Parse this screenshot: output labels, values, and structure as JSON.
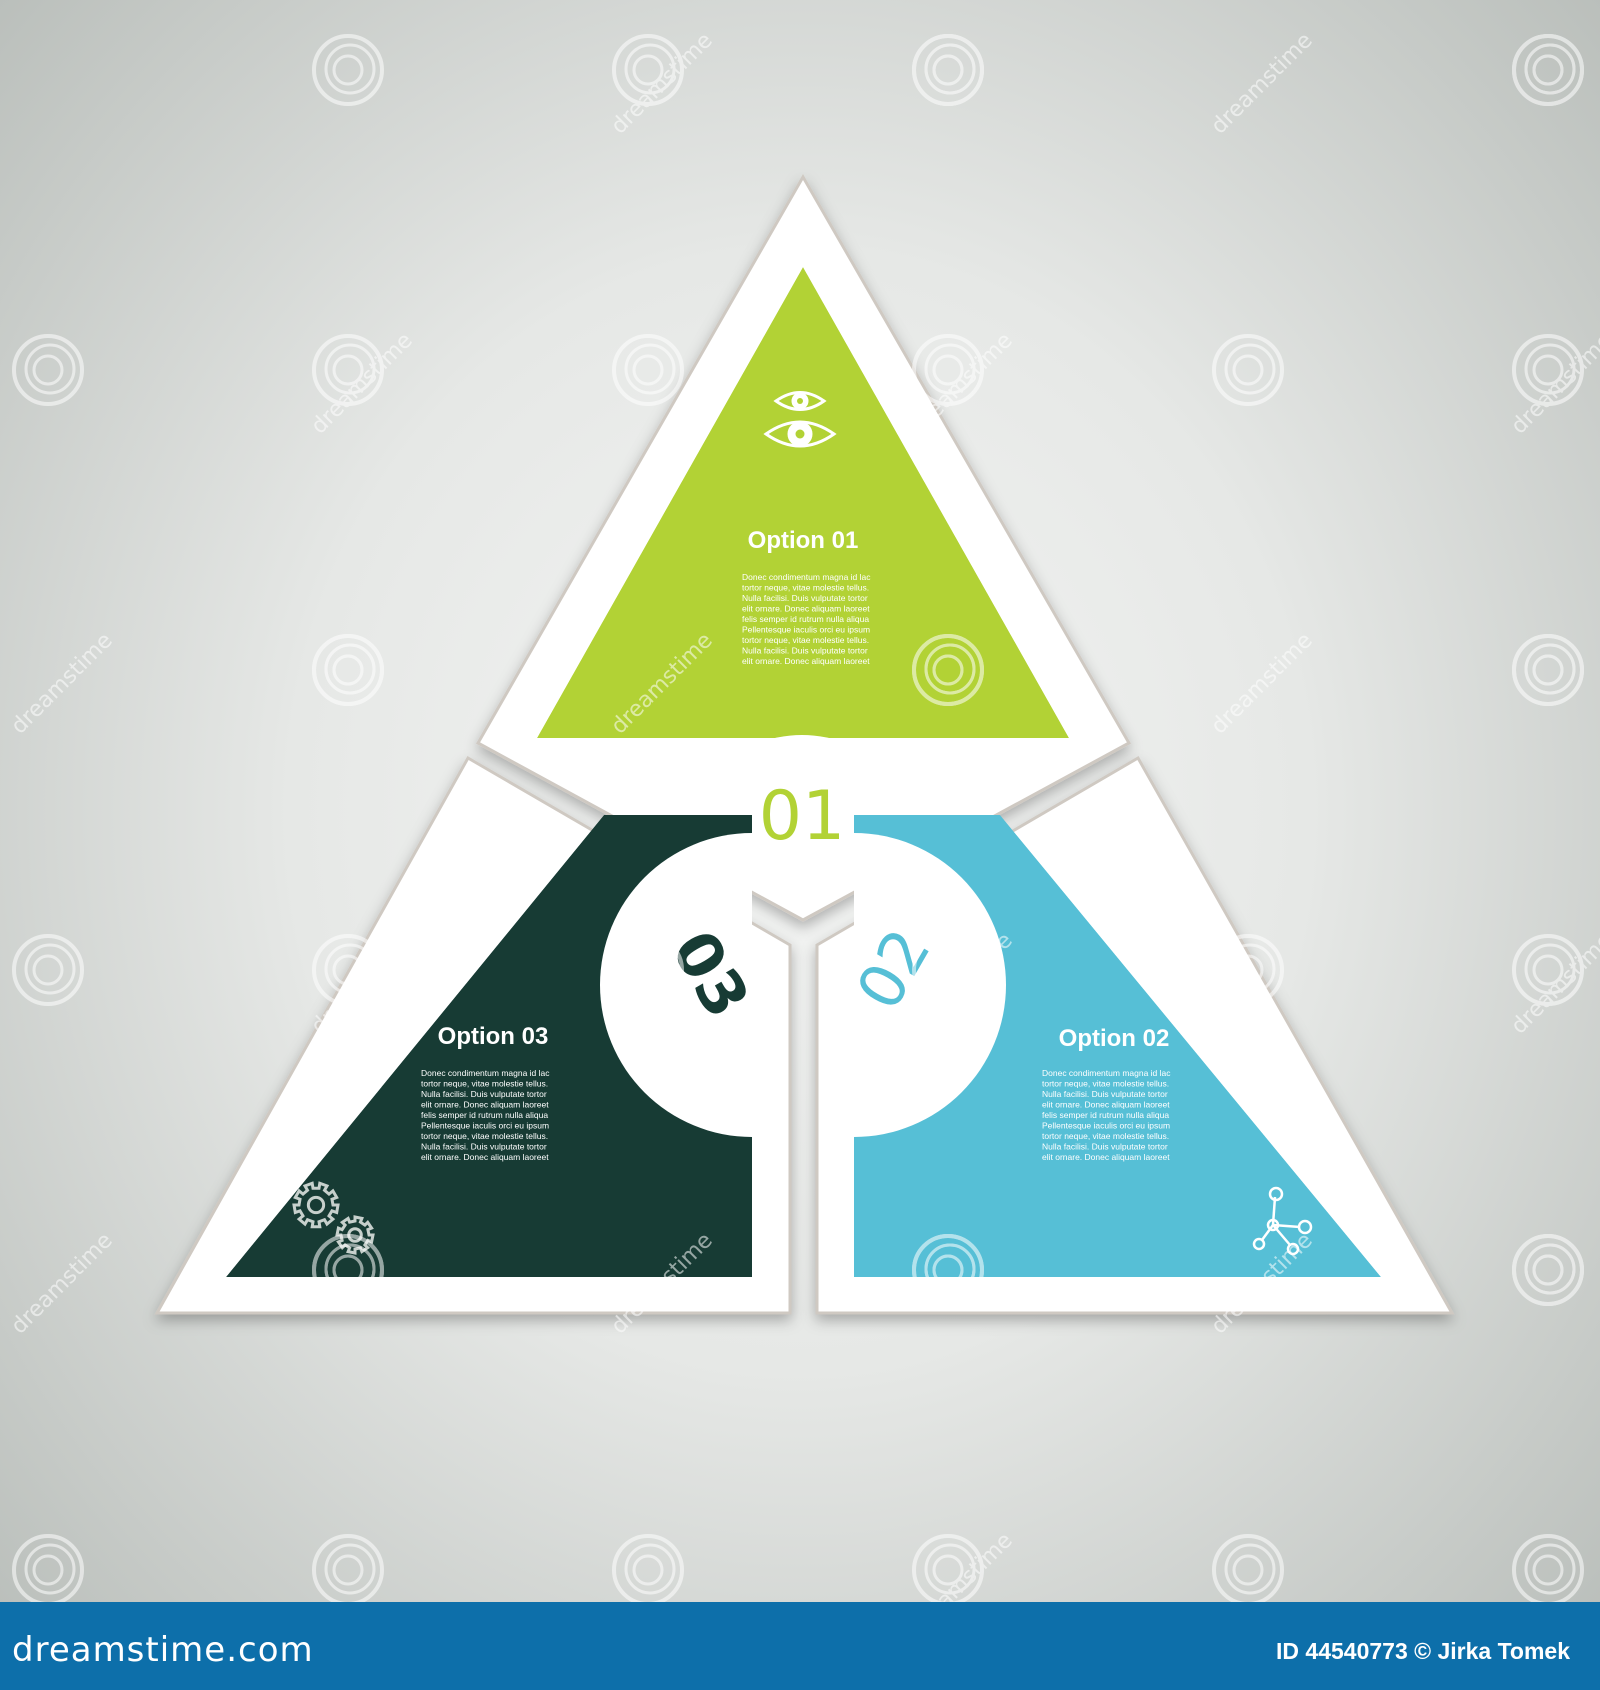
{
  "colors": {
    "green": "#b2d235",
    "blue": "#56bfd6",
    "dark": "#173b34",
    "white": "#ffffff",
    "bar": "#0d6faa"
  },
  "segments": [
    {
      "number": "01",
      "title": "Option 01",
      "body": [
        "Donec condimentum magna id lac",
        "tortor neque, vitae molestie tellus.",
        "Nulla facilisi. Duis vulputate tortor",
        "elit ornare. Donec aliquam laoreet",
        "felis semper id rutrum nulla aliqua",
        "Pellentesque iaculis orci eu ipsum",
        "tortor neque, vitae molestie tellus.",
        "Nulla facilisi. Duis vulputate tortor",
        "elit ornare. Donec aliquam laoreet"
      ],
      "icon": "eyes-icon"
    },
    {
      "number": "02",
      "title": "Option 02",
      "body": [
        "Donec condimentum magna id lac",
        "tortor neque, vitae molestie tellus.",
        "Nulla facilisi. Duis vulputate tortor",
        "elit ornare. Donec aliquam laoreet",
        "felis semper id rutrum nulla aliqua",
        "Pellentesque iaculis orci eu ipsum",
        "tortor neque, vitae molestie tellus.",
        "Nulla facilisi. Duis vulputate tortor",
        "elit ornare. Donec aliquam laoreet"
      ],
      "icon": "share-network-icon"
    },
    {
      "number": "03",
      "title": "Option 03",
      "body": [
        "Donec condimentum magna id lac",
        "tortor neque, vitae molestie tellus.",
        "Nulla facilisi. Duis vulputate tortor",
        "elit ornare. Donec aliquam laoreet",
        "felis semper id rutrum nulla aliqua",
        "Pellentesque iaculis orci eu ipsum",
        "tortor neque, vitae molestie tellus.",
        "Nulla facilisi. Duis vulputate tortor",
        "elit ornare. Donec aliquam laoreet"
      ],
      "icon": "gears-icon"
    }
  ],
  "watermark": {
    "text": "dreamstime",
    "icon": "spiral-logo-icon"
  },
  "footer": {
    "brand": "dreamstime.com",
    "credit": "ID 44540773 © Jirka Tomek"
  }
}
